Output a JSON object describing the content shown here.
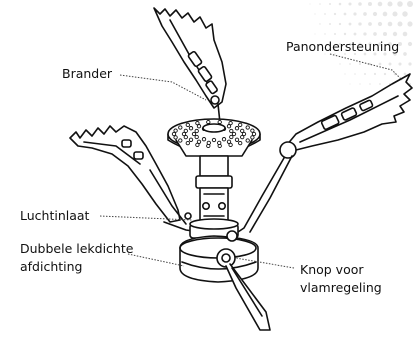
{
  "labels": {
    "brander": "Brander",
    "panondersteuning": "Panondersteuning",
    "luchtinlaat": "Luchtinlaat",
    "dubbele_lekdichte_afdichting": [
      "Dubbele lekdichte",
      "afdichting"
    ],
    "knop_voor_vlamregeling": [
      "Knop voor",
      "vlamregeling"
    ]
  },
  "colors": {
    "line": "#111111",
    "leader": "#444444",
    "background": "#ffffff",
    "dots_background": "#e6e6e6"
  }
}
